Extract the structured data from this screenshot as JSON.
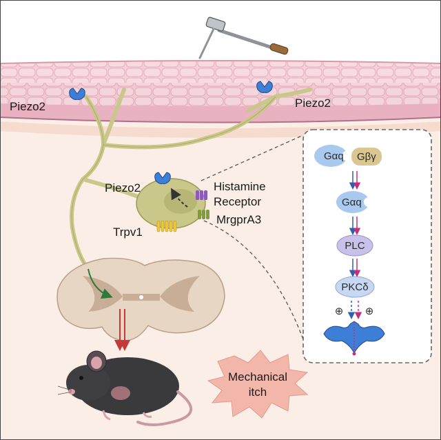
{
  "labels": {
    "piezo2_left": "Piezo2",
    "piezo2_right": "Piezo2",
    "piezo2_soma": "Piezo2",
    "histamine_line1": "Histamine",
    "histamine_line2": "Receptor",
    "mrgpra3": "MrgprA3",
    "trpv1": "Trpv1",
    "itch_line1": "Mechanical",
    "itch_line2": "itch"
  },
  "pathway": {
    "g_alpha_q_top": "Gαq",
    "g_beta_gamma": "Gβγ",
    "g_alpha_q_mid": "Gαq",
    "plc": "PLC",
    "pkc_delta": "PKCδ",
    "plus_left": "⊕",
    "plus_right": "⊕"
  },
  "colors": {
    "neuron": "#c9c88a",
    "neuron_outline": "#9a9a55",
    "piezo_blue": "#3d7fd6",
    "gaq_blue": "#a9c9ee",
    "gbg_tan": "#d9c690",
    "pathway_blue": "#2e5fb0",
    "pathway_pink": "#c2307a",
    "itch_burst": "#f2b7aa",
    "trpv1_yellow": "#f0c93a",
    "mrgpra3_green": "#7f9b3a",
    "histamine_purple": "#8a5bb8"
  }
}
